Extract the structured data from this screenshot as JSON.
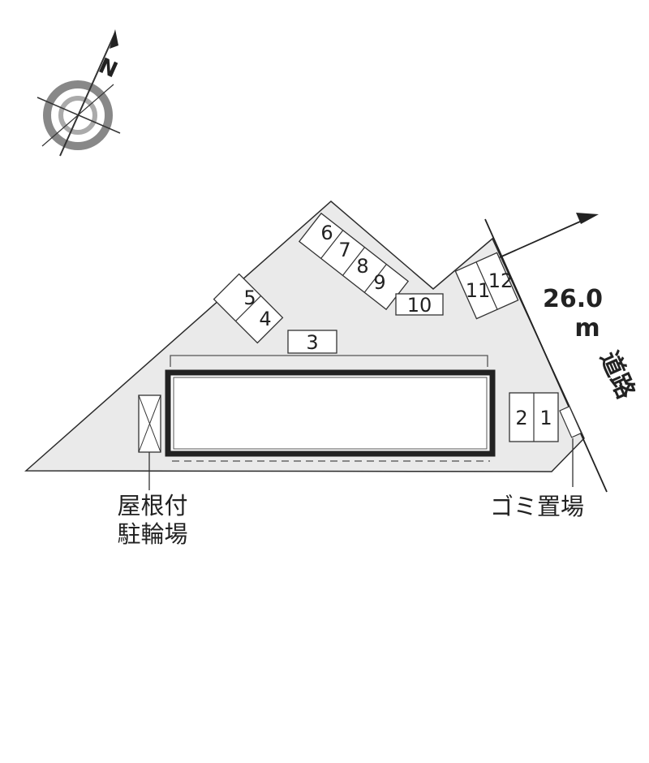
{
  "compass": {
    "north_label": "N"
  },
  "parking_slots": [
    {
      "id": "slot-1",
      "label": "1"
    },
    {
      "id": "slot-2",
      "label": "2"
    },
    {
      "id": "slot-3",
      "label": "3"
    },
    {
      "id": "slot-4",
      "label": "4"
    },
    {
      "id": "slot-5",
      "label": "5"
    },
    {
      "id": "slot-6",
      "label": "6"
    },
    {
      "id": "slot-7",
      "label": "7"
    },
    {
      "id": "slot-8",
      "label": "8"
    },
    {
      "id": "slot-9",
      "label": "9"
    },
    {
      "id": "slot-10",
      "label": "10"
    },
    {
      "id": "slot-11",
      "label": "11"
    },
    {
      "id": "slot-12",
      "label": "12"
    }
  ],
  "road": {
    "width": "26.0",
    "unit": "m",
    "label": "道路"
  },
  "bike_parking": {
    "line1": "屋根付",
    "line2": "駐輪場"
  },
  "garbage": {
    "label": "ゴミ置場"
  },
  "colors": {
    "site_fill": "#eaeaea",
    "line": "#2b2b2b",
    "building_border": "#222222",
    "compass_gray": "#888888"
  }
}
